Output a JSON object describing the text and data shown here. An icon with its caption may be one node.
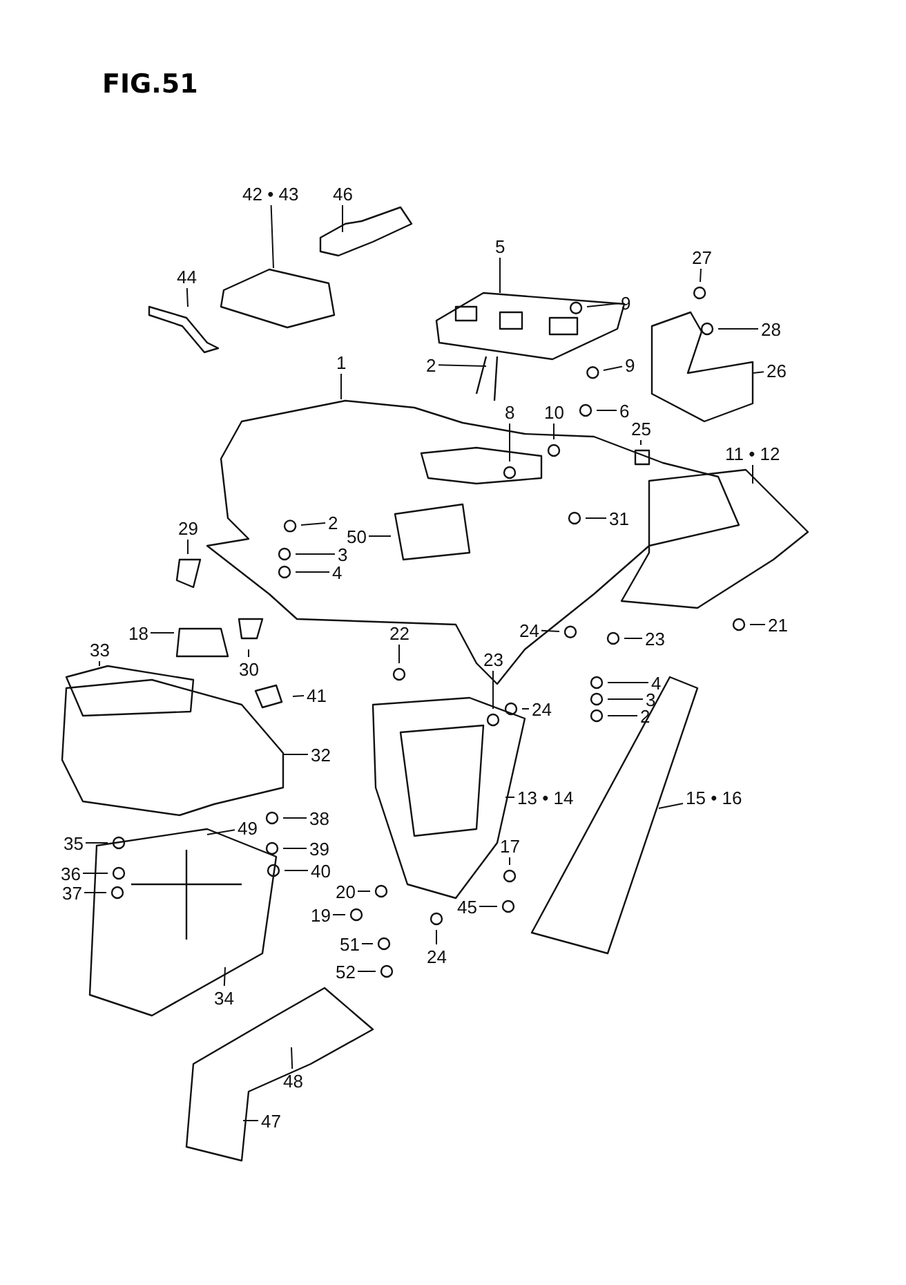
{
  "diagram": {
    "title": "FIG.51",
    "nodes": [
      {
        "text": [
          "42 • 43"
        ]
      },
      {
        "text": [
          "46"
        ]
      },
      {
        "text": [
          "5"
        ]
      },
      {
        "text": [
          "27"
        ]
      },
      {
        "text": [
          "44"
        ]
      },
      {
        "text": [
          "9"
        ]
      },
      {
        "text": [
          "28"
        ]
      },
      {
        "text": [
          "1"
        ]
      },
      {
        "text": [
          "2"
        ]
      },
      {
        "text": [
          "9"
        ]
      },
      {
        "text": [
          "26"
        ]
      },
      {
        "text": [
          "6"
        ]
      },
      {
        "text": [
          "10"
        ]
      },
      {
        "text": [
          "8"
        ]
      },
      {
        "text": [
          "25"
        ]
      },
      {
        "text": [
          "11 • 12"
        ]
      },
      {
        "text": [
          "31"
        ]
      },
      {
        "text": [
          "2"
        ]
      },
      {
        "text": [
          "29"
        ]
      },
      {
        "text": [
          "50"
        ]
      },
      {
        "text": [
          "3"
        ]
      },
      {
        "text": [
          "4"
        ]
      },
      {
        "text": [
          "21"
        ]
      },
      {
        "text": [
          "24"
        ]
      },
      {
        "text": [
          "18"
        ]
      },
      {
        "text": [
          "22"
        ]
      },
      {
        "text": [
          "30"
        ]
      },
      {
        "text": [
          "33"
        ]
      },
      {
        "text": [
          "23"
        ]
      },
      {
        "text": [
          "23"
        ]
      },
      {
        "text": [
          "4"
        ]
      },
      {
        "text": [
          "3"
        ]
      },
      {
        "text": [
          "41"
        ]
      },
      {
        "text": [
          "24"
        ]
      },
      {
        "text": [
          "2"
        ]
      },
      {
        "text": [
          "32"
        ]
      },
      {
        "text": [
          "13 • 14"
        ]
      },
      {
        "text": [
          "15 • 16"
        ]
      },
      {
        "text": [
          "38"
        ]
      },
      {
        "text": [
          "49"
        ]
      },
      {
        "text": [
          "35"
        ]
      },
      {
        "text": [
          "17"
        ]
      },
      {
        "text": [
          "39"
        ]
      },
      {
        "text": [
          "36"
        ]
      },
      {
        "text": [
          "40"
        ]
      },
      {
        "text": [
          "37"
        ]
      },
      {
        "text": [
          "20"
        ]
      },
      {
        "text": [
          "45"
        ]
      },
      {
        "text": [
          "19"
        ]
      },
      {
        "text": [
          "51"
        ]
      },
      {
        "text": [
          "24"
        ]
      },
      {
        "text": [
          "52"
        ]
      },
      {
        "text": [
          "34"
        ]
      },
      {
        "text": [
          "48"
        ]
      },
      {
        "text": [
          "47"
        ]
      }
    ],
    "edges": [
      {
        "from": 0,
        "to": null,
        "arrow": "none"
      },
      {
        "from": 1,
        "to": null,
        "arrow": "none"
      },
      {
        "from": 2,
        "to": null,
        "arrow": "none"
      },
      {
        "from": 3,
        "to": null,
        "arrow": "none"
      },
      {
        "from": 4,
        "to": null,
        "arrow": "none"
      },
      {
        "from": 5,
        "to": null,
        "arrow": "none"
      },
      {
        "from": 6,
        "to": null,
        "arrow": "none"
      },
      {
        "from": 7,
        "to": null,
        "arrow": "none"
      },
      {
        "from": 8,
        "to": null,
        "arrow": "none"
      },
      {
        "from": 9,
        "to": null,
        "arrow": "none"
      },
      {
        "from": 10,
        "to": null,
        "arrow": "none"
      },
      {
        "from": 11,
        "to": null,
        "arrow": "none"
      },
      {
        "from": 12,
        "to": null,
        "arrow": "none"
      },
      {
        "from": 13,
        "to": null,
        "arrow": "none"
      },
      {
        "from": 14,
        "to": null,
        "arrow": "none"
      },
      {
        "from": 15,
        "to": null,
        "arrow": "none"
      },
      {
        "from": 16,
        "to": null,
        "arrow": "none"
      },
      {
        "from": 17,
        "to": null,
        "arrow": "none"
      },
      {
        "from": 18,
        "to": null,
        "arrow": "none"
      },
      {
        "from": 19,
        "to": null,
        "arrow": "none"
      },
      {
        "from": 20,
        "to": null,
        "arrow": "none"
      },
      {
        "from": 21,
        "to": null,
        "arrow": "none"
      },
      {
        "from": 22,
        "to": null,
        "arrow": "none"
      },
      {
        "from": 23,
        "to": null,
        "arrow": "none"
      },
      {
        "from": 24,
        "to": null,
        "arrow": "none"
      },
      {
        "from": 25,
        "to": null,
        "arrow": "none"
      },
      {
        "from": 26,
        "to": null,
        "arrow": "none"
      },
      {
        "from": 27,
        "to": null,
        "arrow": "none"
      },
      {
        "from": 28,
        "to": null,
        "arrow": "none"
      },
      {
        "from": 29,
        "to": null,
        "arrow": "none"
      },
      {
        "from": 30,
        "to": null,
        "arrow": "none"
      },
      {
        "from": 31,
        "to": null,
        "arrow": "none"
      },
      {
        "from": 32,
        "to": null,
        "arrow": "none"
      },
      {
        "from": 33,
        "to": null,
        "arrow": "none"
      },
      {
        "from": 34,
        "to": null,
        "arrow": "none"
      },
      {
        "from": 35,
        "to": null,
        "arrow": "none"
      },
      {
        "from": 36,
        "to": null,
        "arrow": "none"
      },
      {
        "from": 37,
        "to": null,
        "arrow": "none"
      },
      {
        "from": 38,
        "to": null,
        "arrow": "none"
      },
      {
        "from": 39,
        "to": null,
        "arrow": "none"
      },
      {
        "from": 40,
        "to": null,
        "arrow": "none"
      },
      {
        "from": 41,
        "to": null,
        "arrow": "none"
      },
      {
        "from": 42,
        "to": null,
        "arrow": "none"
      },
      {
        "from": 43,
        "to": null,
        "arrow": "none"
      },
      {
        "from": 44,
        "to": null,
        "arrow": "none"
      },
      {
        "from": 45,
        "to": null,
        "arrow": "none"
      },
      {
        "from": 46,
        "to": null,
        "arrow": "none"
      },
      {
        "from": 47,
        "to": null,
        "arrow": "none"
      },
      {
        "from": 48,
        "to": null,
        "arrow": "none"
      },
      {
        "from": 49,
        "to": null,
        "arrow": "none"
      },
      {
        "from": 50,
        "to": null,
        "arrow": "none"
      },
      {
        "from": 51,
        "to": null,
        "arrow": "none"
      },
      {
        "from": 52,
        "to": null,
        "arrow": "none"
      },
      {
        "from": 53,
        "to": null,
        "arrow": "none"
      },
      {
        "from": 54,
        "to": null,
        "arrow": "none"
      }
    ]
  }
}
